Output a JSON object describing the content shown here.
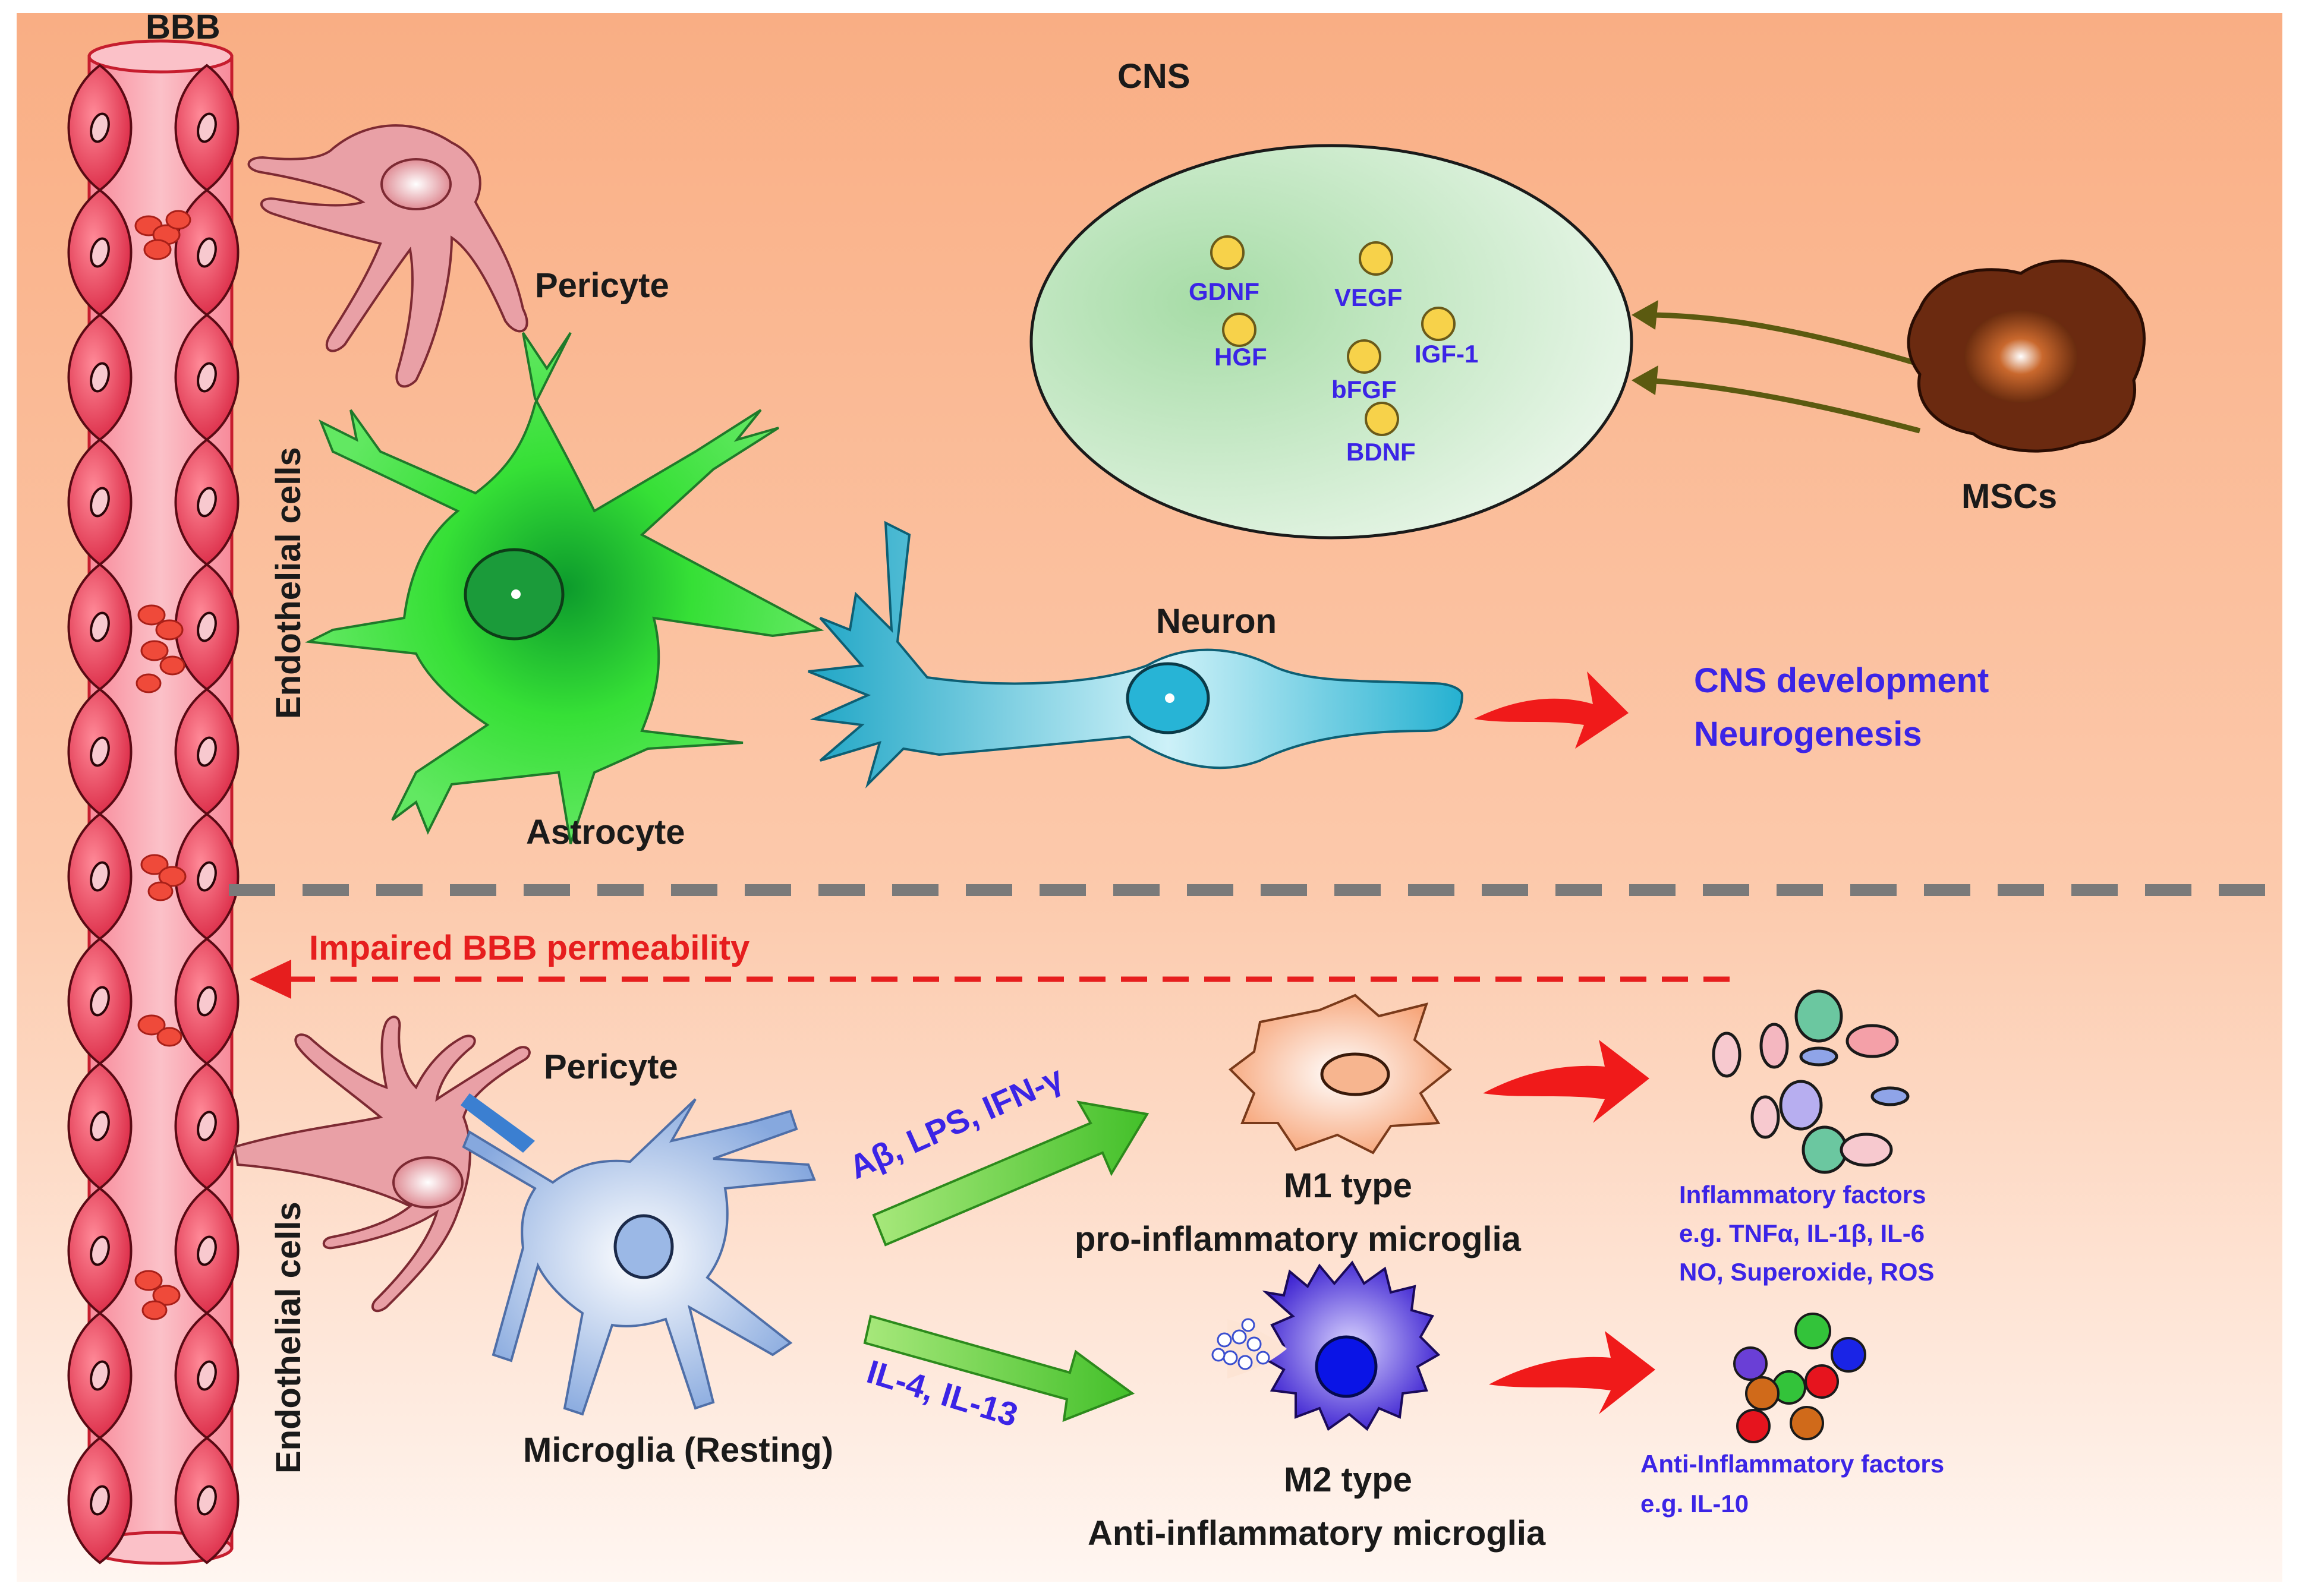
{
  "labels": {
    "bbb": "BBB",
    "cns": "CNS",
    "pericyte_top": "Pericyte",
    "endothelial_top": "Endothelial cells",
    "astrocyte": "Astrocyte",
    "neuron": "Neuron",
    "mscs": "MSCs",
    "outcome_line1": "CNS development",
    "outcome_line2": "Neurogenesis",
    "impaired": "Impaired BBB permeability",
    "pericyte_bottom": "Pericyte",
    "endothelial_bottom": "Endothelial cells",
    "microglia_resting": "Microglia (Resting)",
    "m1_stimuli": "Aβ, LPS, IFN-γ",
    "m2_stimuli": "IL-4, IL-13",
    "m1_title": "M1 type",
    "m1_subtitle": "pro-inflammatory microglia",
    "m2_title": "M2 type",
    "m2_subtitle": "Anti-inflammatory microglia",
    "inflammatory_title": "Inflammatory factors",
    "inflammatory_line2": "e.g. TNFα, IL-1β, IL-6",
    "inflammatory_line3": "NO, Superoxide, ROS",
    "anti_title": "Anti-Inflammatory factors",
    "anti_line2": "e.g. IL-10"
  },
  "factors": [
    "GDNF",
    "VEGF",
    "HGF",
    "IGF-1",
    "bFGF",
    "BDNF"
  ],
  "colors": {
    "top_bg": "#f9b48c",
    "bottom_bg": "#fde4d4",
    "vessel": "#f59aa6",
    "endothelial_cell": "#e8394f",
    "astrocyte": "#33d633",
    "neuron": "#2fb6d3",
    "microglia": "#9bb8e6",
    "m1": "#f8b48c",
    "m2": "#4c2fd6",
    "label_blue": "#3b24e6",
    "arrow_red": "#e61e1e",
    "arrow_green": "#5fd13c",
    "dash_gray": "#7a7a7a",
    "msc": "#6b2d10",
    "factor_dot": "#f7d24a"
  }
}
